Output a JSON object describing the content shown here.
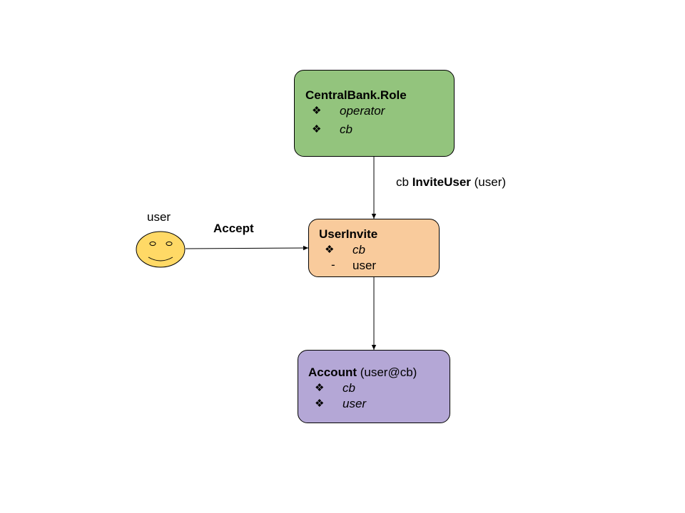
{
  "nodes": {
    "role": {
      "title": "CentralBank.Role",
      "items": [
        {
          "bullet": "❖",
          "text": "operator"
        },
        {
          "bullet": "❖",
          "text": "cb"
        }
      ],
      "color": "#93c47d"
    },
    "invite": {
      "title": "UserInvite",
      "items": [
        {
          "bullet": "❖",
          "text": "cb"
        },
        {
          "bullet": "-",
          "text": "user"
        }
      ],
      "color": "#f9cb9c"
    },
    "account": {
      "title": "Account",
      "title_suffix": "(user@cb)",
      "items": [
        {
          "bullet": "❖",
          "text": "cb"
        },
        {
          "bullet": "❖",
          "text": "user"
        }
      ],
      "color": "#b4a7d6"
    }
  },
  "actor": {
    "label": "user",
    "icon": "smiley-face-icon",
    "color": "#ffd966"
  },
  "edges": {
    "invite_prefix": "cb",
    "invite_choice": "InviteUser",
    "invite_args": "(user)",
    "accept": "Accept"
  }
}
